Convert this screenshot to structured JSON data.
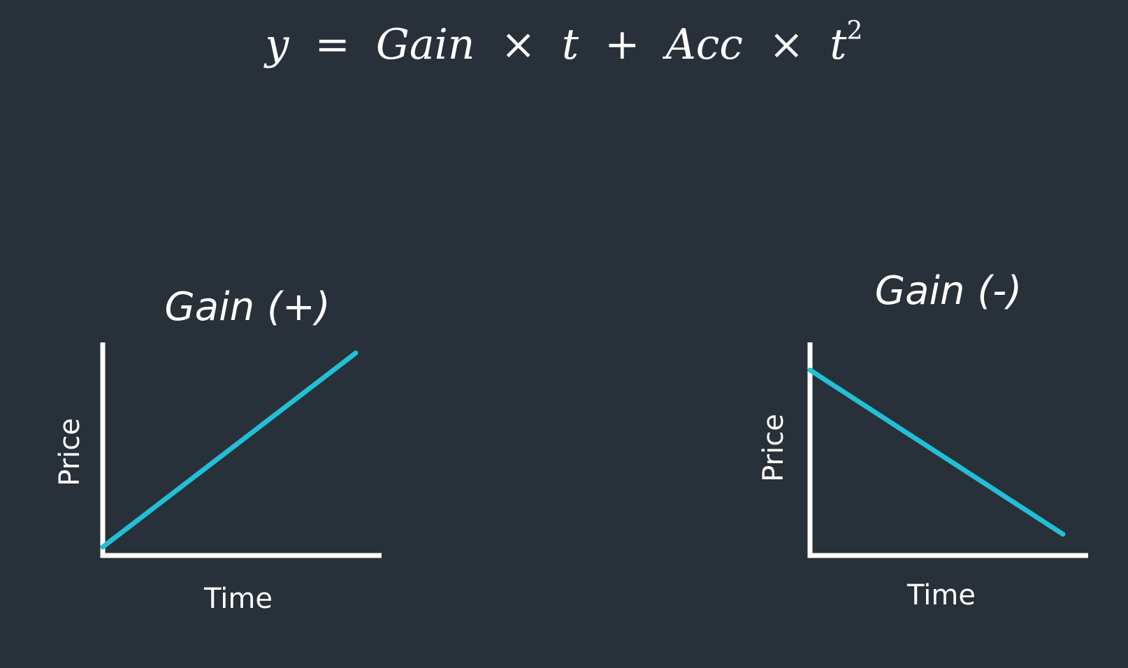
{
  "equation": {
    "y": "y",
    "equals": "=",
    "gain": "Gain",
    "times1": "×",
    "t1": "t",
    "plus": "+",
    "acc": "Acc",
    "times2": "×",
    "t2": "t",
    "exponent": "2"
  },
  "colors": {
    "background": "#283039",
    "axis": "#ffffff",
    "line": "#22bfd7"
  },
  "chart_data": [
    {
      "type": "line",
      "title": "Gain (+)",
      "xlabel": "Time",
      "ylabel": "Price",
      "grid": false,
      "x": [
        0,
        1
      ],
      "series": [
        {
          "values": [
            0.04,
            0.95
          ]
        }
      ],
      "xlim": [
        0,
        1.05
      ],
      "ylim": [
        0,
        1
      ]
    },
    {
      "type": "line",
      "title": "Gain (-)",
      "xlabel": "Time",
      "ylabel": "Price",
      "grid": false,
      "x": [
        0,
        1
      ],
      "series": [
        {
          "values": [
            0.87,
            0.1
          ]
        }
      ],
      "xlim": [
        0,
        1.05
      ],
      "ylim": [
        0,
        1
      ]
    }
  ]
}
